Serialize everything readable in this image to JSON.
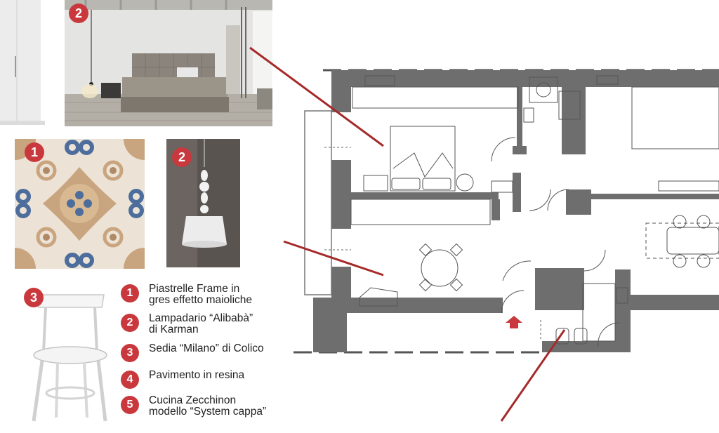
{
  "badges": {
    "bedroom_photo": "2",
    "tile_swatch": "1",
    "lamp_photo": "2",
    "chair_photo": "3"
  },
  "legend": {
    "items": [
      {
        "number": "1",
        "text": "Piastrelle Frame in\ngres effetto maioliche"
      },
      {
        "number": "2",
        "text": "Lampadario “Alibabà”\ndi Karman"
      },
      {
        "number": "3",
        "text": "Sedia “Milano” di Colico"
      },
      {
        "number": "4",
        "text": "Pavimento in resina"
      },
      {
        "number": "5",
        "text": "Cucina Zecchinon\nmodello “System cappa”"
      }
    ]
  },
  "colors": {
    "accent_red": "#c9383c",
    "leader_line": "#a52a2a",
    "wall_gray": "#6e6e6e",
    "tile_tan": "#c9a57f",
    "tile_blue": "#4d6e9c"
  }
}
